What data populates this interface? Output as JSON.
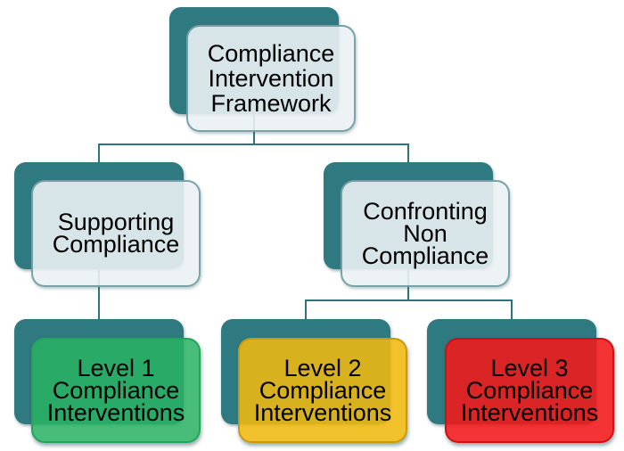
{
  "diagram": {
    "root": {
      "label": "Compliance Intervention Framework"
    },
    "branches": [
      {
        "label": "Supporting Compliance"
      },
      {
        "label": "Confronting Non Compliance"
      }
    ],
    "levels": [
      {
        "label": "Level 1 Compliance Interventions",
        "fill": "#29B263"
      },
      {
        "label": "Level 2 Compliance Interventions",
        "fill": "#F0BA10"
      },
      {
        "label": "Level 3 Compliance Interventions",
        "fill": "#F21818"
      }
    ],
    "colors": {
      "node_back_teal": "#2F7A80",
      "connector_teal": "#2B757B",
      "card_light": "#EBF1F3",
      "level1_green": "#29B263",
      "level2_yellow": "#F0BA10",
      "level3_red": "#F21818",
      "text": "#000000"
    }
  }
}
